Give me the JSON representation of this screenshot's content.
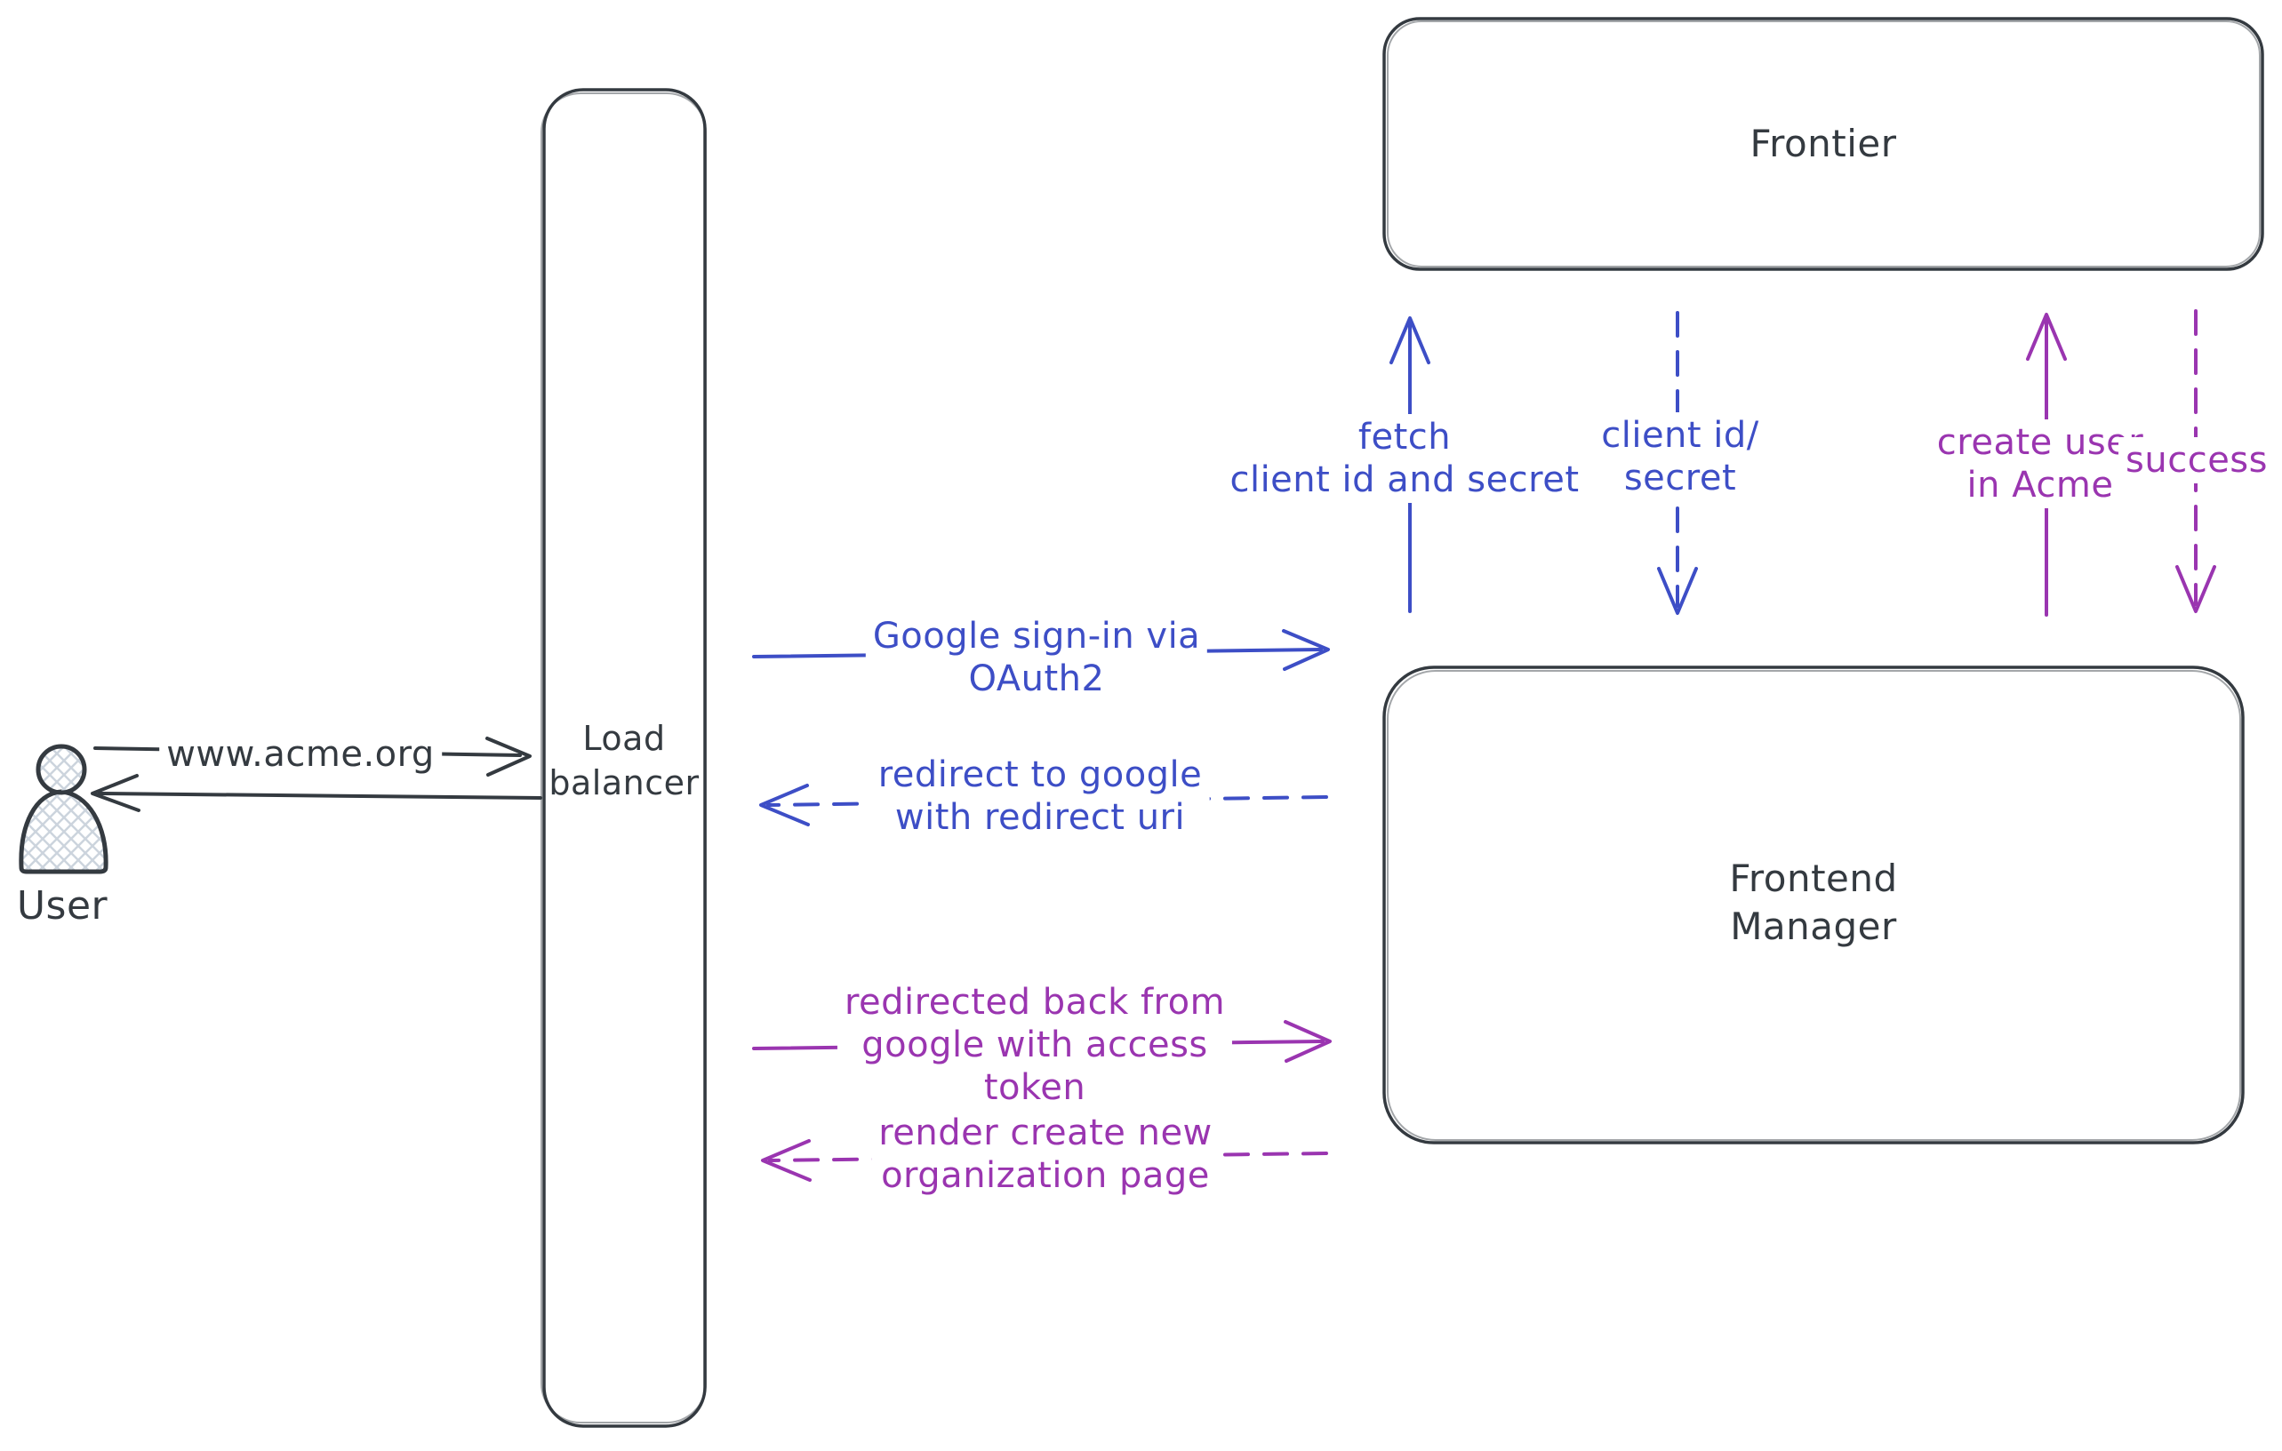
{
  "colors": {
    "ink": "#343a40",
    "blue": "#3d4ec6",
    "purple": "#9a35b0",
    "hatch_fill": "#ccd4dd"
  },
  "nodes": {
    "user": {
      "label": "User"
    },
    "load_balancer": {
      "label": "Load\nbalancer"
    },
    "frontier": {
      "label": "Frontier"
    },
    "frontend_manager": {
      "label": "Frontend\nManager"
    }
  },
  "edges": {
    "www_acme": {
      "label": "www.acme.org",
      "style": "solid",
      "color": "ink",
      "from": "user",
      "to": "load_balancer"
    },
    "return_to_user": {
      "label": "",
      "style": "solid",
      "color": "ink",
      "from": "load_balancer",
      "to": "user"
    },
    "google_signin": {
      "label": "Google sign-in via\nOAuth2",
      "style": "solid",
      "color": "blue",
      "from": "load_balancer",
      "to": "frontend_manager"
    },
    "redirect_google": {
      "label": "redirect to google\nwith redirect uri",
      "style": "dashed",
      "color": "blue",
      "from": "frontend_manager",
      "to": "load_balancer"
    },
    "redirected_back": {
      "label": "redirected back from\ngoogle with access\ntoken",
      "style": "solid",
      "color": "purple",
      "from": "load_balancer",
      "to": "frontend_manager"
    },
    "render_org_page": {
      "label": "render create new\norganization page",
      "style": "dashed",
      "color": "purple",
      "from": "frontend_manager",
      "to": "load_balancer"
    },
    "fetch_client": {
      "label": "fetch\nclient id and secret",
      "style": "solid",
      "color": "blue",
      "from": "frontend_manager",
      "to": "frontier"
    },
    "client_id_secret": {
      "label": "client id/\nsecret",
      "style": "dashed",
      "color": "blue",
      "from": "frontier",
      "to": "frontend_manager"
    },
    "create_user": {
      "label": "create user\nin Acme",
      "style": "solid",
      "color": "purple",
      "from": "frontend_manager",
      "to": "frontier"
    },
    "success": {
      "label": "success",
      "style": "dashed",
      "color": "purple",
      "from": "frontier",
      "to": "frontend_manager"
    }
  }
}
